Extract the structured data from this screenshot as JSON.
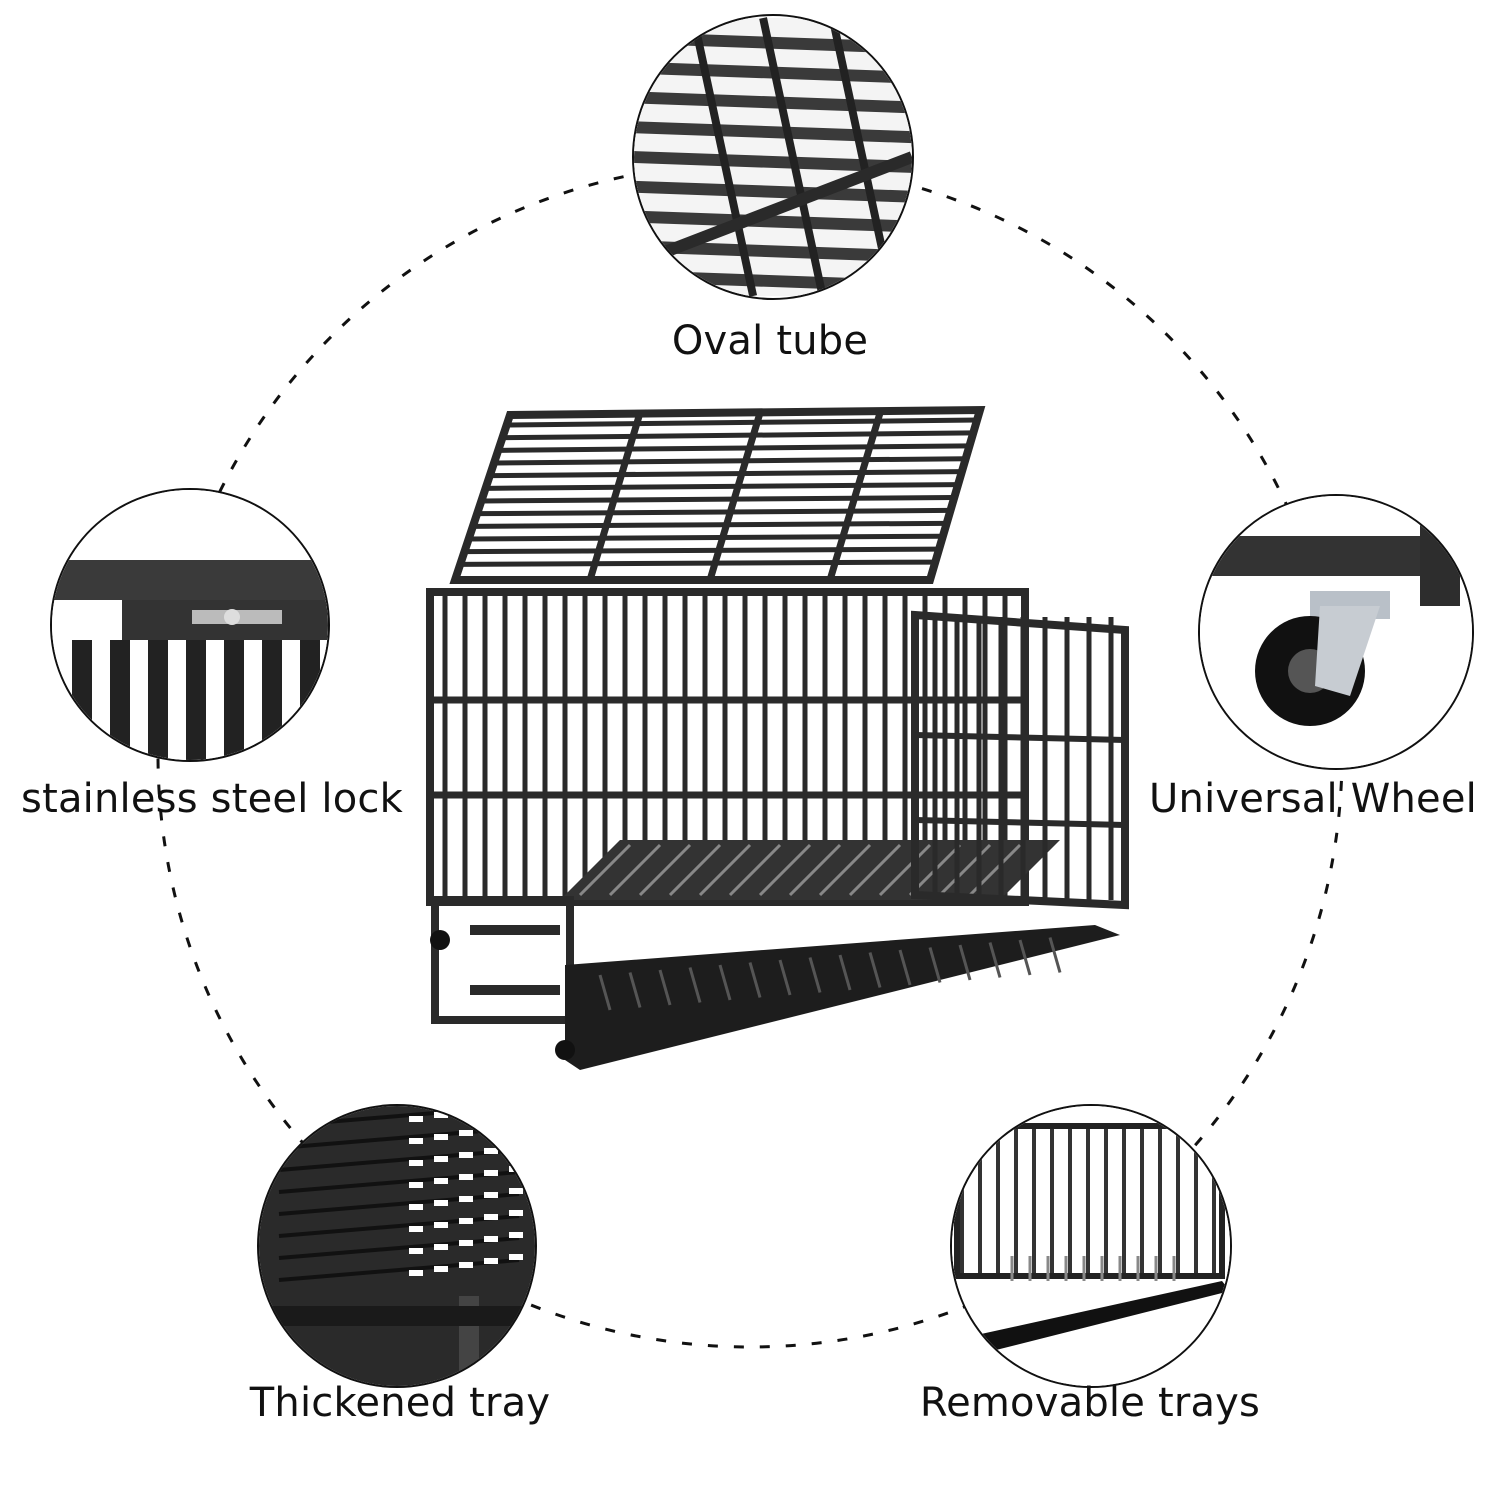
{
  "features": [
    {
      "id": "oval-tube",
      "label": "Oval tube"
    },
    {
      "id": "lock",
      "label": "stainless steel lock"
    },
    {
      "id": "wheel",
      "label": "Universal Wheel"
    },
    {
      "id": "thickened-tray",
      "label": "Thickened tray"
    },
    {
      "id": "removable-trays",
      "label": "Removable trays"
    }
  ],
  "colors": {
    "metal": "#2a2a2a",
    "metal_light": "#6b6b6b",
    "background": "#ffffff",
    "dash": "#111111"
  }
}
